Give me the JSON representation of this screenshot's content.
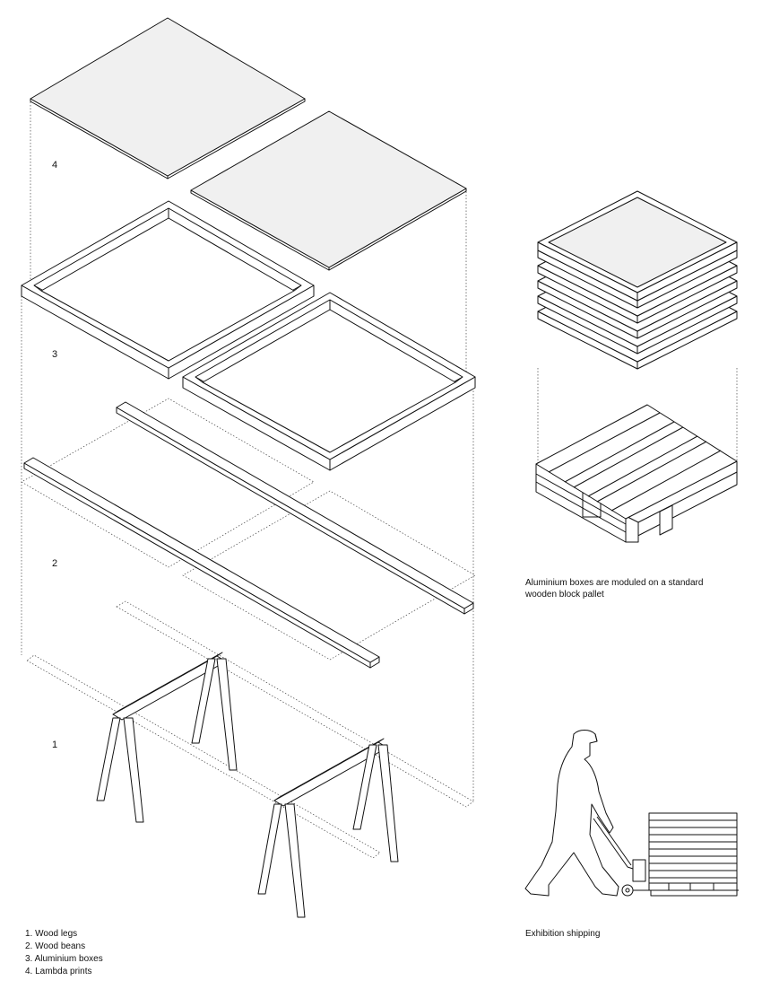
{
  "layer_numbers": {
    "l4": "4",
    "l3": "3",
    "l2": "2",
    "l1": "1"
  },
  "legend": [
    "1. Wood legs",
    "2. Wood beans",
    "3. Aluminium boxes",
    "4. Lambda prints"
  ],
  "pallet_caption": {
    "line1": "Aluminium boxes are moduled on a standard",
    "line2": "wooden block pallet"
  },
  "shipping_caption": "Exhibition shipping"
}
